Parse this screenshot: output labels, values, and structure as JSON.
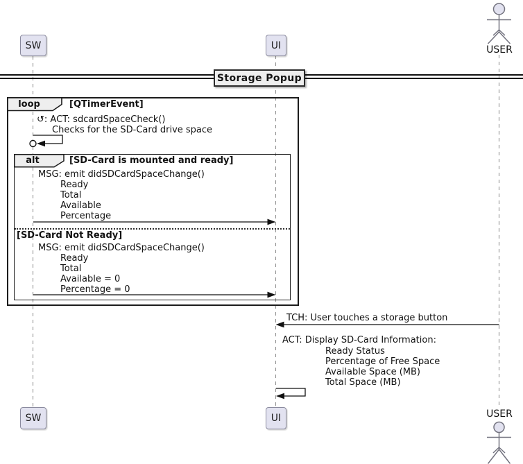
{
  "colors": {
    "participant_fill": "#E2E2F0",
    "participant_border": "#8A8A9E",
    "frame_border": "#1B1B1B",
    "frame_label_fill": "#EEEEEE",
    "divider_fill": "#EEEEEE",
    "lifeline": "#919191",
    "arrow": "#111111",
    "text": "#121212"
  },
  "participants": {
    "sw": "SW",
    "ui": "UI",
    "user": "USER"
  },
  "divider": {
    "title": "Storage Popup"
  },
  "loop_frame": {
    "operator": "loop",
    "guard": "[QTimerEvent]",
    "self_message": {
      "line1": "↺: ACT: sdcardSpaceCheck()",
      "line2": "Checks for the SD-Card drive space"
    }
  },
  "alt_frame": {
    "operator": "alt",
    "guard_ready": "[SD-Card is mounted and ready]",
    "message_ready": {
      "title": "MSG: emit didSDCardSpaceChange()",
      "details": [
        "Ready",
        "Total",
        "Available",
        "Percentage"
      ]
    },
    "guard_not_ready": "[SD-Card Not Ready]",
    "message_not_ready": {
      "title": "MSG: emit didSDCardSpaceChange()",
      "details": [
        "Ready",
        "Total",
        "Available = 0",
        "Percentage = 0"
      ]
    }
  },
  "user_messages": {
    "touch": "TCH: User touches a storage button",
    "display": {
      "title": "ACT: Display SD-Card Information:",
      "details": [
        "Ready Status",
        "Percentage of Free Space",
        "Available Space (MB)",
        "Total Space (MB)"
      ]
    }
  }
}
